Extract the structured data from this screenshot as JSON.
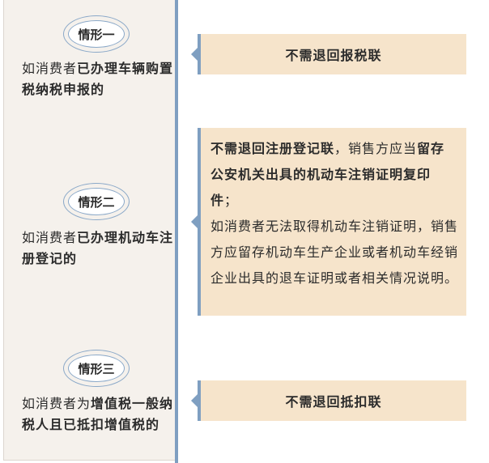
{
  "cases": [
    {
      "badge": "情形一",
      "condition_normal": "如消费者",
      "condition_bold": "已办理车辆购置税纳税申报的",
      "result": "不需退回报税联"
    },
    {
      "badge": "情形二",
      "condition_normal": "如消费者",
      "condition_bold": "已办理机动车注册登记的",
      "result_bold_1": "不需退回注册登记联",
      "result_normal_1": "，销售方应当",
      "result_bold_2": "留存公安机关出具的机动车注销证明复印件",
      "result_normal_2": "；",
      "result_normal_3": "如消费者无法取得机动车注销证明，销售方应留存机动车生产企业或者机动车经销企业出具的退车证明或者相关情况说明。"
    },
    {
      "badge": "情形三",
      "condition_normal": "如消费者为",
      "condition_bold": "增值税一般纳税人且已抵扣增值税的",
      "result": "不需退回抵扣联"
    }
  ],
  "colors": {
    "panel_bg": "#f5f1ec",
    "accent_blue": "#7f9fc1",
    "box_bg": "#f6e4cb"
  }
}
